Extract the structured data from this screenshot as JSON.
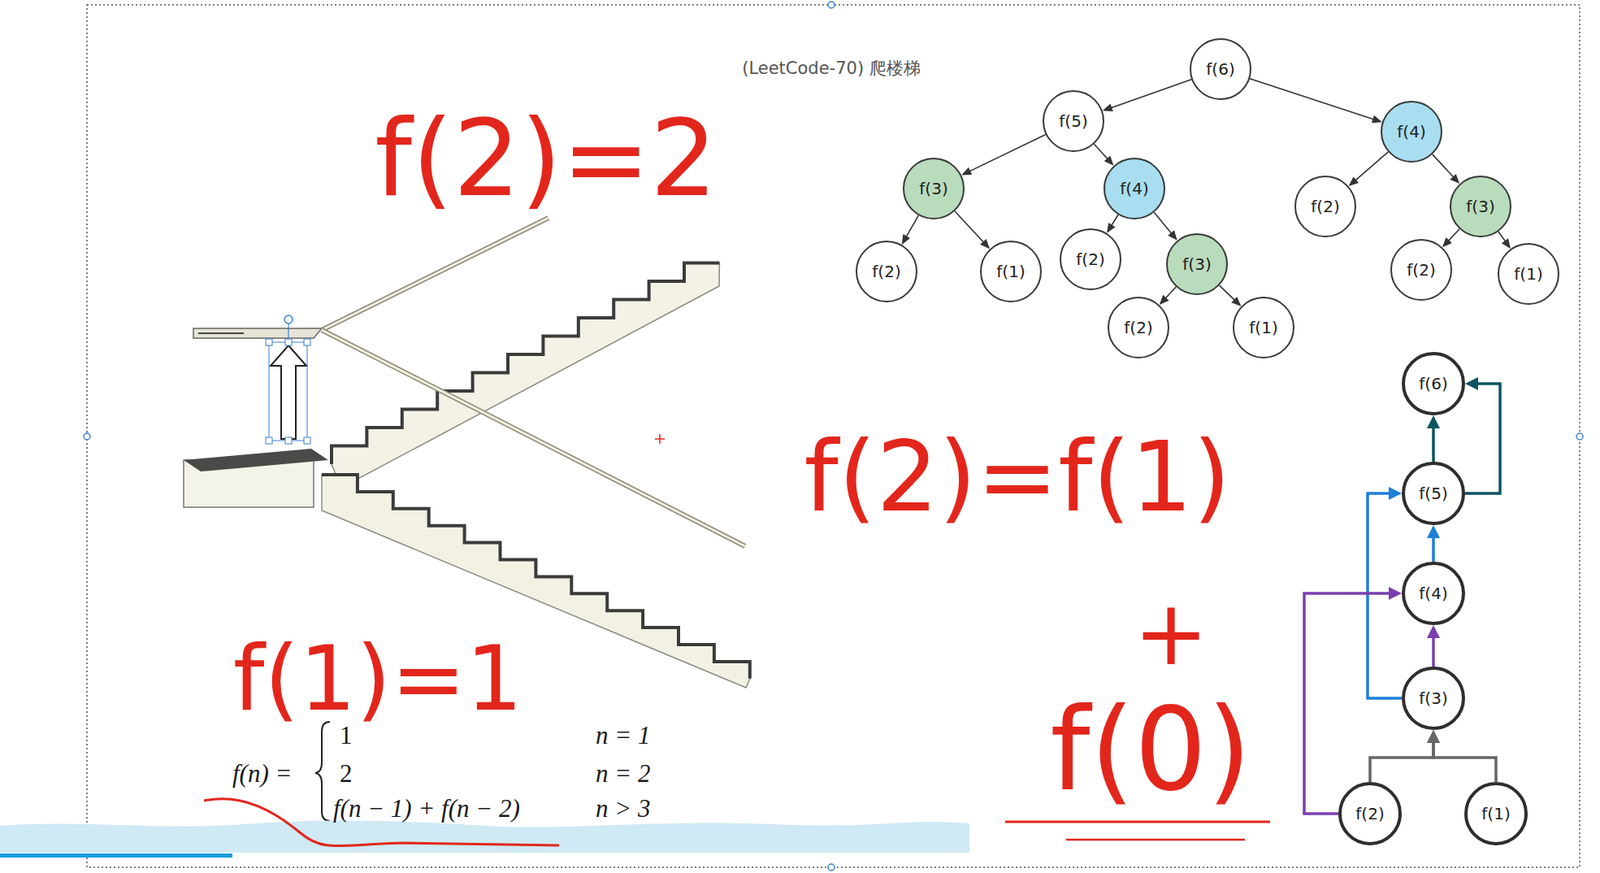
{
  "diagram": {
    "title": "(LeetCode-70) 爬楼梯",
    "nodes": [
      {
        "text": [
          "f(6)"
        ]
      },
      {
        "text": [
          "f(5)"
        ]
      },
      {
        "text": [
          "f(4)"
        ]
      },
      {
        "text": [
          "f(3)"
        ]
      },
      {
        "text": [
          "f(4)"
        ]
      },
      {
        "text": [
          "f(2)"
        ]
      },
      {
        "text": [
          "f(3)"
        ]
      },
      {
        "text": [
          "f(2)"
        ]
      },
      {
        "text": [
          "f(1)"
        ]
      },
      {
        "text": [
          "f(2)"
        ]
      },
      {
        "text": [
          "f(3)"
        ]
      },
      {
        "text": [
          "f(2)"
        ]
      },
      {
        "text": [
          "f(1)"
        ]
      },
      {
        "text": [
          "f(2)"
        ]
      },
      {
        "text": [
          "f(1)"
        ]
      },
      {
        "text": [
          "f(6)"
        ]
      },
      {
        "text": [
          "f(5)"
        ]
      },
      {
        "text": [
          "f(4)"
        ]
      },
      {
        "text": [
          "f(3)"
        ]
      },
      {
        "text": [
          "f(2)"
        ]
      },
      {
        "text": [
          "f(1)"
        ]
      }
    ],
    "edges": [
      {
        "from": 0,
        "to": 1,
        "arrow": "to"
      },
      {
        "from": 0,
        "to": 2,
        "arrow": "to"
      },
      {
        "from": 1,
        "to": 3,
        "arrow": "to"
      },
      {
        "from": 1,
        "to": 4,
        "arrow": "to"
      },
      {
        "from": 2,
        "to": 5,
        "arrow": "to"
      },
      {
        "from": 2,
        "to": 6,
        "arrow": "to"
      },
      {
        "from": 3,
        "to": 7,
        "arrow": "to"
      },
      {
        "from": 3,
        "to": 8,
        "arrow": "to"
      },
      {
        "from": 4,
        "to": 9,
        "arrow": "to"
      },
      {
        "from": 4,
        "to": 10,
        "arrow": "to"
      },
      {
        "from": 6,
        "to": 11,
        "arrow": "to"
      },
      {
        "from": 6,
        "to": 12,
        "arrow": "to"
      },
      {
        "from": 10,
        "to": 13,
        "arrow": "to"
      },
      {
        "from": 10,
        "to": 14,
        "arrow": "to"
      },
      {
        "from": 16,
        "to": 15,
        "arrow": "to"
      },
      {
        "from": 16,
        "to": 15,
        "arrow": "to"
      },
      {
        "from": 17,
        "to": 16,
        "arrow": "to"
      },
      {
        "from": 18,
        "to": 16,
        "arrow": "to"
      },
      {
        "from": 18,
        "to": 17,
        "arrow": "to"
      },
      {
        "from": 19,
        "to": 17,
        "arrow": "to"
      },
      {
        "from": 19,
        "to": 18,
        "arrow": "to"
      },
      {
        "from": 20,
        "to": 18,
        "arrow": "to"
      }
    ],
    "labels": [
      "f(2)=2",
      "f(2)=f(1)",
      "+",
      "f(0)",
      "f(1)=1",
      "f(n) =",
      "1",
      "2",
      "f(n − 1) + f(n − 2)",
      "n = 1",
      "n = 2",
      "n > 3"
    ]
  }
}
